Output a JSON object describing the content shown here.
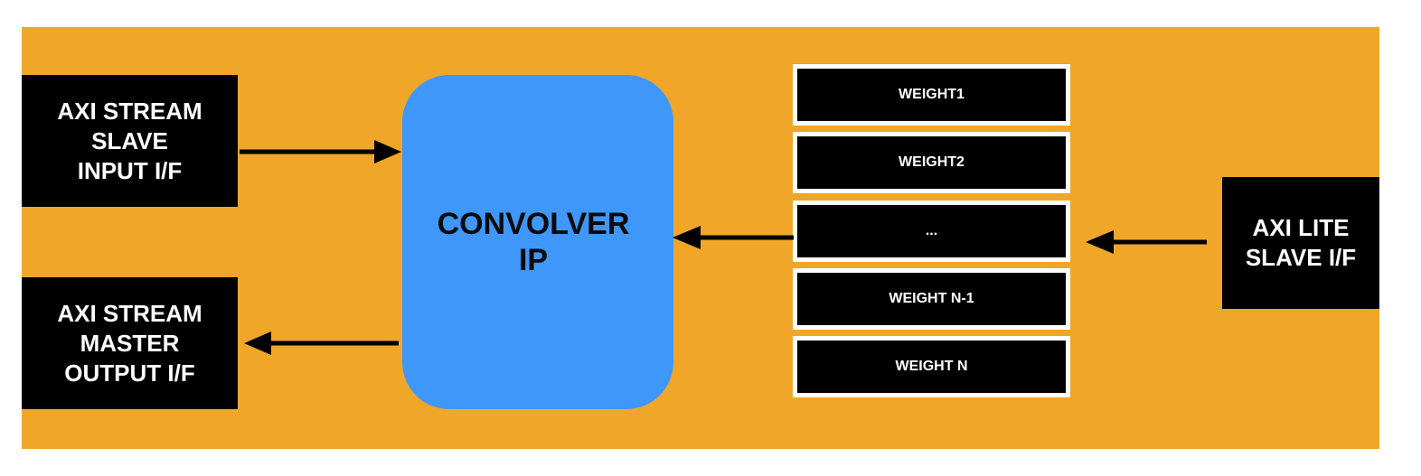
{
  "colors": {
    "background": "#f0a628",
    "interface_block": "#000000",
    "core": "#3e97f9",
    "register_border": "#ffffff",
    "arrow": "#000000"
  },
  "interfaces": {
    "stream_input": "AXI STREAM\nSLAVE\nINPUT I/F",
    "stream_output": "AXI STREAM\nMASTER\nOUTPUT I/F",
    "lite_slave": "AXI LITE\nSLAVE I/F"
  },
  "core": {
    "label": "CONVOLVER\nIP"
  },
  "registers": [
    "WEIGHT1",
    "WEIGHT2",
    "...",
    "WEIGHT N-1",
    "WEIGHT N"
  ]
}
